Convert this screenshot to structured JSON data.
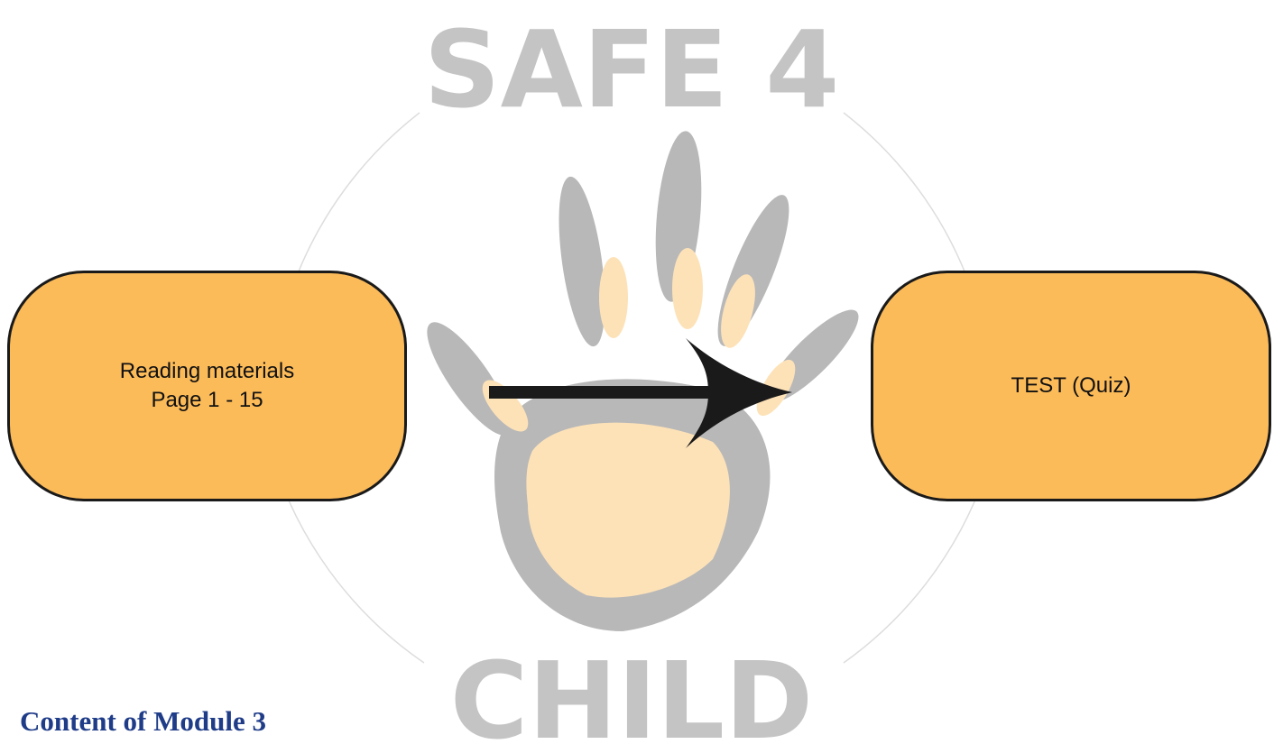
{
  "logo": {
    "text_top": "SAFE 4",
    "text_bottom": "CHILD",
    "colors": {
      "print_dark": "#b8b8b8",
      "print_light": "#fde2b8",
      "circle": "#dddddd"
    }
  },
  "diagram": {
    "nodes": [
      {
        "id": "reading",
        "lines": [
          "Reading materials",
          "Page 1 - 15"
        ]
      },
      {
        "id": "test",
        "lines": [
          "TEST (Quiz)"
        ]
      }
    ],
    "edges": [
      {
        "from": "reading",
        "to": "test",
        "style": "thick-arrow"
      }
    ],
    "box_color": "#fcbb59",
    "arrow_color": "#1a1a1a"
  },
  "footer": {
    "title": "Content of Module 3",
    "color": "#1f3c88"
  }
}
